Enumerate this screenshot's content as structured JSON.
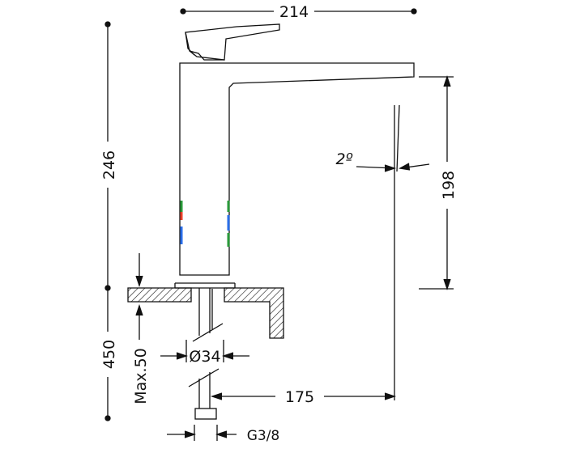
{
  "dimensions": {
    "overall_width": "214",
    "overall_height": "246",
    "spout_height": "198",
    "reach": "175",
    "supply_hose_length": "450",
    "max_counter_thickness": "Max.50",
    "hole_diameter": "Ø34",
    "connection_thread": "G3/8",
    "spout_angle": "2º"
  },
  "colors": {
    "line": "#111111",
    "indicator_red": "#e8402a",
    "indicator_blue": "#2a6ee8",
    "indicator_green": "#2a9a3a"
  }
}
